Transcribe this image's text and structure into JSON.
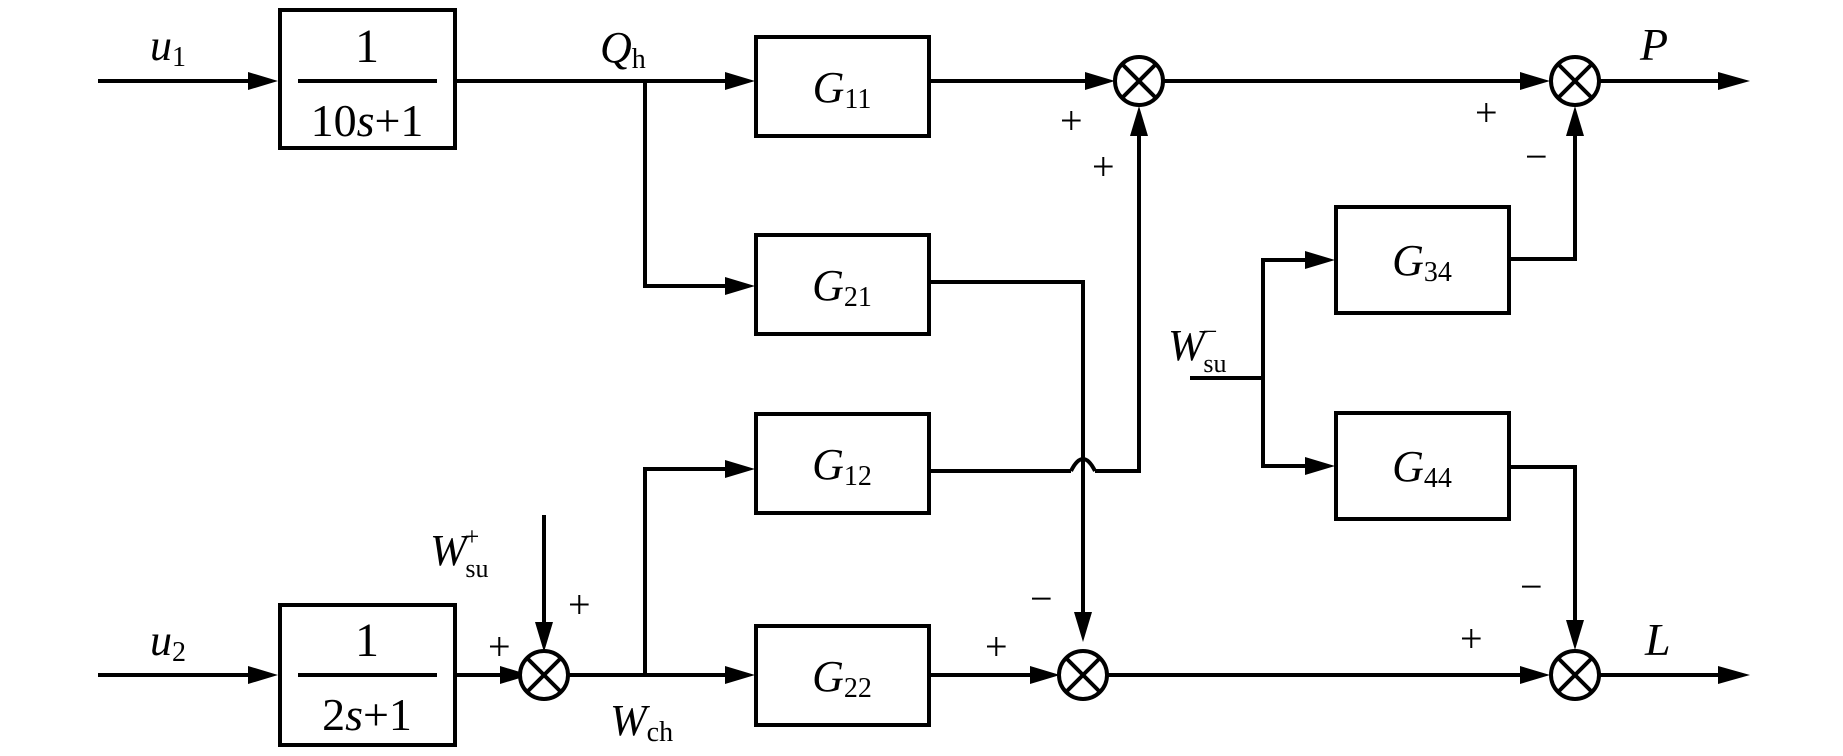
{
  "inputs": {
    "u1": {
      "base": "u",
      "sub": "1"
    },
    "u2": {
      "base": "u",
      "sub": "2"
    }
  },
  "filters": {
    "f1": {
      "num": "1",
      "den_a": "10",
      "den_var": "s",
      "den_b": "+1"
    },
    "f2": {
      "num": "1",
      "den_a": "2",
      "den_var": "s",
      "den_b": "+1"
    }
  },
  "blocks": {
    "g11": {
      "base": "G",
      "sub": "11"
    },
    "g21": {
      "base": "G",
      "sub": "21"
    },
    "g12": {
      "base": "G",
      "sub": "12"
    },
    "g22": {
      "base": "G",
      "sub": "22"
    },
    "g34": {
      "base": "G",
      "sub": "34"
    },
    "g44": {
      "base": "G",
      "sub": "44"
    }
  },
  "signals": {
    "qh": {
      "base": "Q",
      "sub": "h"
    },
    "wch": {
      "base": "W",
      "sub": "ch"
    },
    "wsu_plus": {
      "base": "W",
      "sub": "su",
      "sup": "+"
    },
    "wsu_minus": {
      "base": "W",
      "sub": "su",
      "sup": "−"
    }
  },
  "outputs": {
    "p": "P",
    "l": "L"
  },
  "signs": {
    "s1_left": "+",
    "s1_bottom": "+",
    "s2_left": "+",
    "s2_bottom": "−",
    "s3_left": "+",
    "s3_top": "+",
    "s4_left": "+",
    "s4_top": "−",
    "s5_left": "+",
    "s5_top": "−"
  }
}
